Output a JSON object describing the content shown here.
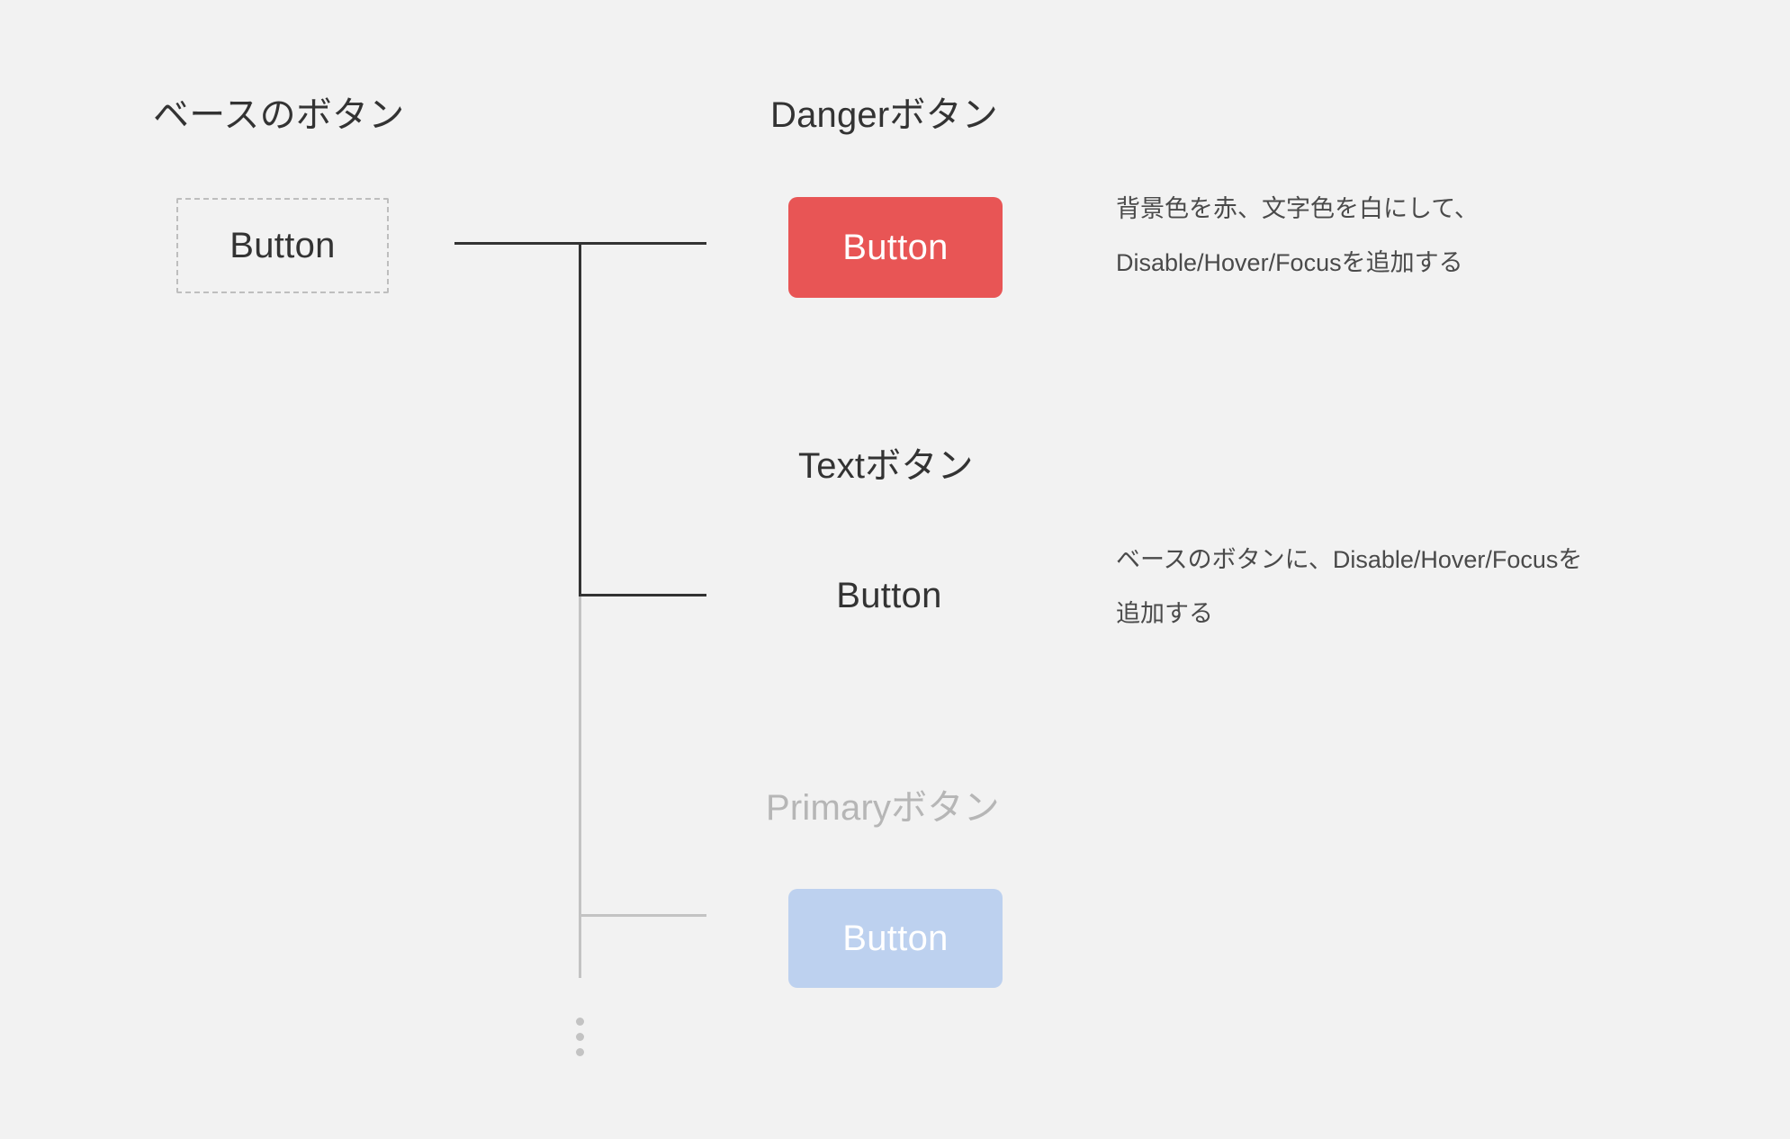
{
  "page": {
    "background_color": "#F2F2F2",
    "text_color": "#333333"
  },
  "sections": {
    "base": {
      "label": "ベースのボタン",
      "button_label": "Button",
      "style": "dashed-outline",
      "border_color": "#BEBEBE"
    },
    "danger": {
      "label": "Dangerボタン",
      "button_label": "Button",
      "background_color": "#E85555",
      "text_color": "#FFFFFF",
      "note_line1": "背景色を赤、文字色を白にして、",
      "note_line2": "Disable/Hover/Focusを追加する"
    },
    "text": {
      "label": "Textボタン",
      "button_label": "Button",
      "text_color": "#333333",
      "note_line1": "ベースのボタンに、Disable/Hover/Focusを",
      "note_line2": "追加する"
    },
    "primary": {
      "label": "Primaryボタン",
      "label_color": "#B6B6B6",
      "button_label": "Button",
      "background_color": "#BDD1EF",
      "text_color": "#FFFFFF"
    }
  },
  "connectors": {
    "active_color": "#333333",
    "inactive_color": "#C3C3C3",
    "ellipsis_name": "vertical-ellipsis-icon"
  }
}
